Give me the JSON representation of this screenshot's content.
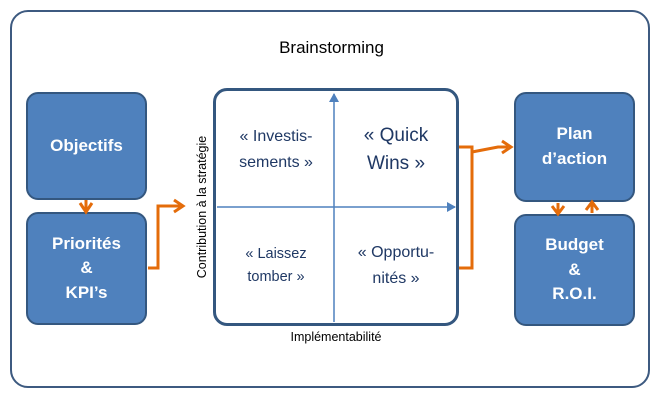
{
  "title": "Brainstorming",
  "boxes": {
    "objectifs": [
      "Objectifs"
    ],
    "priorites": [
      "Priorités",
      "&",
      "KPI’s"
    ],
    "plan": [
      "Plan",
      "d’action"
    ],
    "budget": [
      "Budget",
      "&",
      "R.O.I."
    ]
  },
  "matrix": {
    "y_axis_label": "Contribution à la stratégie",
    "x_axis_label": "Implémentabilité",
    "top_left": [
      "« Investis-",
      "sements »"
    ],
    "top_right": [
      "« Quick",
      "Wins »"
    ],
    "bottom_left": [
      "« Laissez",
      "tomber »"
    ],
    "bottom_right": [
      "« Opportu-",
      "nités »"
    ]
  },
  "colors": {
    "box_fill": "#4f81bd",
    "box_border": "#34577f",
    "arrow": "#e46c0a",
    "quadrant_text": "#1f3864"
  }
}
